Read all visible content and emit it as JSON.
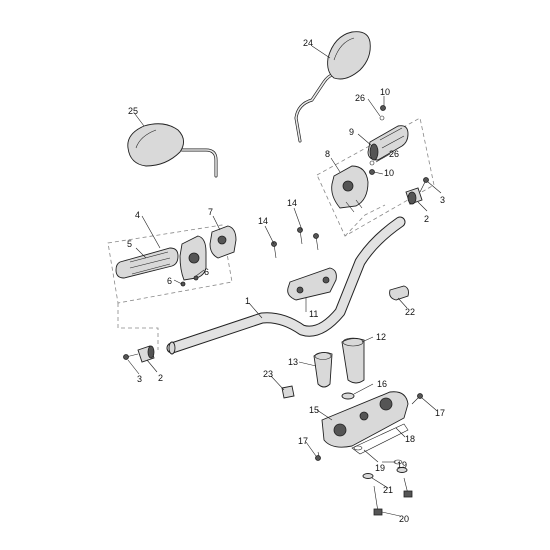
{
  "labels": {
    "p1": "1",
    "p2a": "2",
    "p2b": "2",
    "p3a": "3",
    "p3b": "3",
    "p4": "4",
    "p5": "5",
    "p6a": "6",
    "p6b": "6",
    "p7": "7",
    "p8": "8",
    "p9": "9",
    "p10a": "10",
    "p10b": "10",
    "p11": "11",
    "p12": "12",
    "p13": "13",
    "p14a": "14",
    "p14b": "14",
    "p15": "15",
    "p16": "16",
    "p17a": "17",
    "p17b": "17",
    "p18": "18",
    "p19a": "19",
    "p19b": "19",
    "p20": "20",
    "p21": "21",
    "p22": "22",
    "p23": "23",
    "p24": "24",
    "p25": "25",
    "p26a": "26",
    "p26b": "26"
  }
}
